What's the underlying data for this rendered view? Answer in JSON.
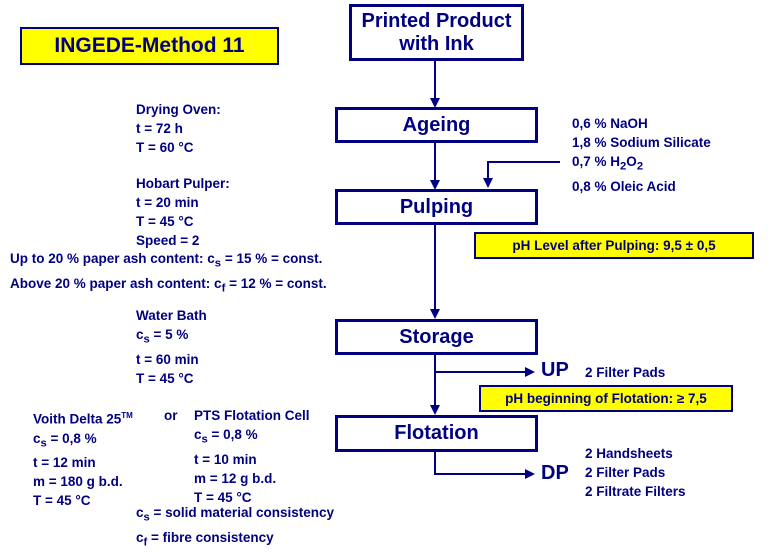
{
  "title": "INGEDE-Method 11",
  "steps": {
    "printed_line1": "Printed Product",
    "printed_line2": "with Ink",
    "ageing": "Ageing",
    "pulping": "Pulping",
    "storage": "Storage",
    "flotation": "Flotation"
  },
  "drying_oven": {
    "heading": "Drying Oven:",
    "time": "t  = 72 h",
    "temp": "T = 60 °C"
  },
  "hobart": {
    "heading": "Hobart Pulper:",
    "time": "t  = 20 min",
    "temp": "T  = 45 °C",
    "speed": "Speed = 2"
  },
  "consistency": {
    "upto_pre": "Up to 20 % paper  ash content:  c",
    "upto_sub": "s",
    "upto_post": " = 15 % = const.",
    "above_pre": "Above 20 % paper  ash content: c",
    "above_sub": "f",
    "above_post": " = 12 % = const."
  },
  "chemicals": {
    "naoh": "0,6 % NaOH",
    "silicate": "1,8 % Sodium Silicate",
    "h2o2_pre": "0,7 % H",
    "h2o2_sub1": "2",
    "h2o2_mid": "O",
    "h2o2_sub2": "2",
    "oleic": "0,8 % Oleic Acid"
  },
  "ph_pulping": "pH Level after Pulping: 9,5 ± 0,5",
  "water_bath": {
    "heading": "Water Bath",
    "cs_pre": "c",
    "cs_sub": "s",
    "cs_post": " = 5 %",
    "time": "t  = 60 min",
    "temp": "T = 45 °C"
  },
  "up": {
    "label": "UP",
    "text": "2 Filter Pads"
  },
  "ph_flotation": "pH beginning of Flotation: ≥ 7,5",
  "voith": {
    "heading_pre": "Voith Delta 25",
    "heading_tm": "TM",
    "or": "or",
    "cs_pre": "c",
    "cs_sub": "s",
    "cs_post": "  = 0,8 %",
    "time": "t   = 12 min",
    "mass": "m = 180 g b.d.",
    "temp": "T  = 45 °C"
  },
  "pts": {
    "heading": "PTS Flotation Cell",
    "cs_pre": "c",
    "cs_sub": "s",
    "cs_post": "  = 0,8 %",
    "time": "t    = 10 min",
    "mass": "m = 12 g b.d.",
    "temp": "T  = 45 °C"
  },
  "dp": {
    "label": "DP",
    "line1": "2 Handsheets",
    "line2": "2 Filter Pads",
    "line3": "2 Filtrate Filters"
  },
  "legend": {
    "cs_pre": "c",
    "cs_sub": "s",
    "cs_post": " = solid material consistency",
    "cf_pre": "c",
    "cf_sub": "f",
    "cf_post": " = fibre consistency"
  },
  "colors": {
    "navy": "#000080",
    "yellow": "#ffff00"
  }
}
